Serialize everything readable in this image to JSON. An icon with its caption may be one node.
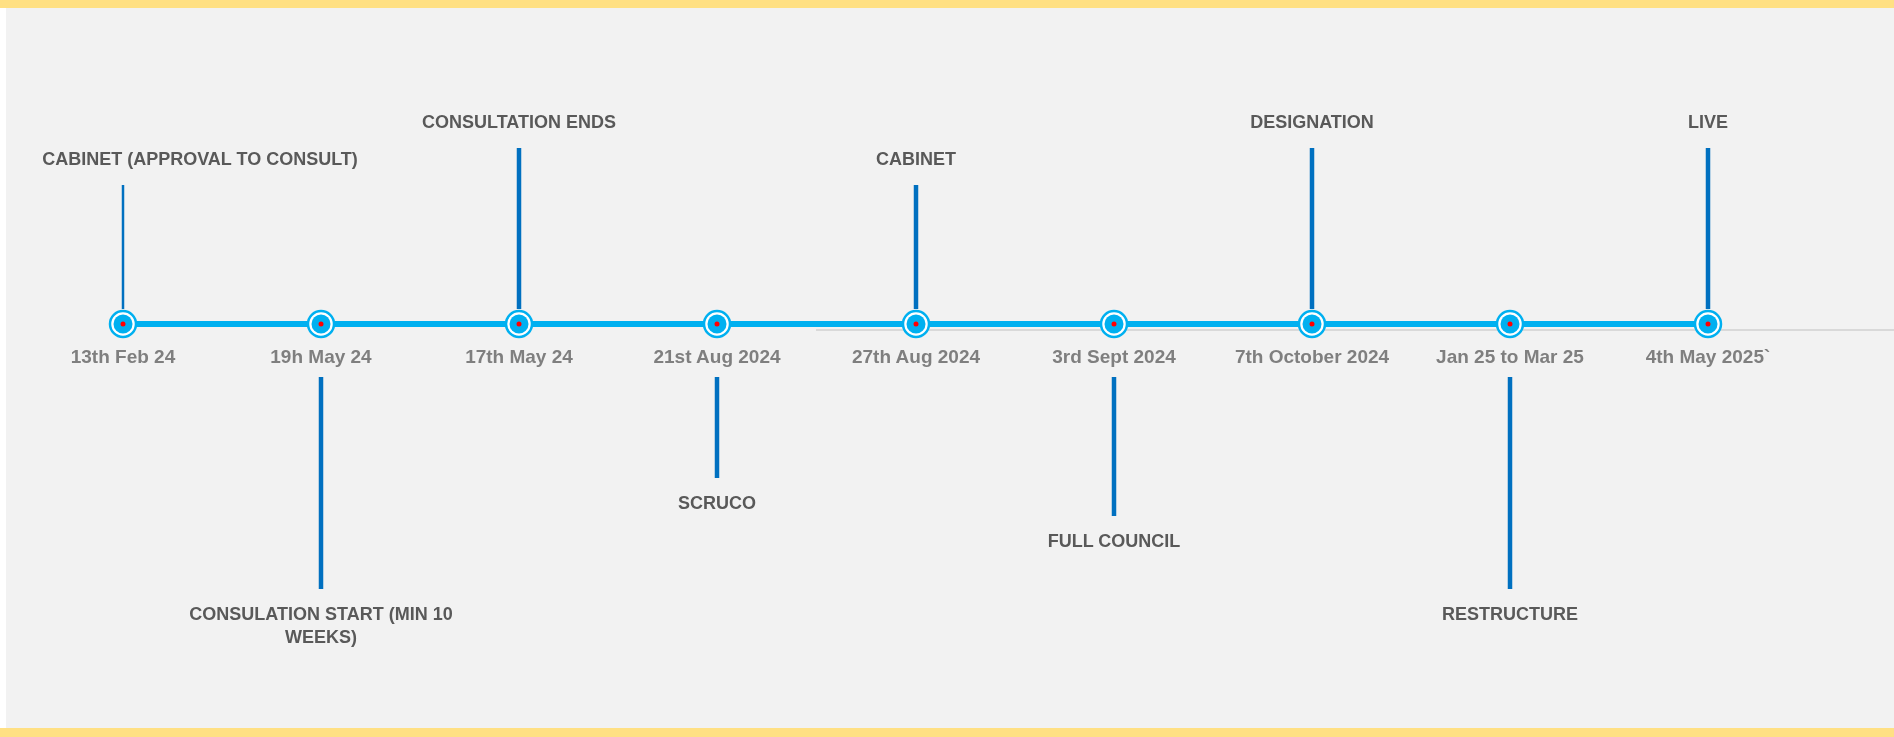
{
  "diagram": {
    "nodes": [
      {
        "text": [
          "13th Feb 24"
        ]
      },
      {
        "text": [
          "19h May 24"
        ]
      },
      {
        "text": [
          "17th May 24"
        ]
      },
      {
        "text": [
          "21st Aug 2024"
        ]
      },
      {
        "text": [
          "27th Aug 2024"
        ]
      },
      {
        "text": [
          "3rd Sept 2024"
        ]
      },
      {
        "text": [
          "7th October 2024"
        ]
      },
      {
        "text": [
          "Jan 25 to Mar 25"
        ]
      },
      {
        "text": [
          "4th May 2025`"
        ]
      },
      {
        "text": [
          "CABINET (APPROVAL TO CONSULT)"
        ]
      },
      {
        "text": [
          "CONSULATION START (MIN 10 WEEKS)"
        ]
      },
      {
        "text": [
          "CONSULTATION ENDS"
        ]
      },
      {
        "text": [
          "SCRUCO"
        ]
      },
      {
        "text": [
          "CABINET"
        ]
      },
      {
        "text": [
          "FULL COUNCIL"
        ]
      },
      {
        "text": [
          "DESIGNATION"
        ]
      },
      {
        "text": [
          "RESTRUCTURE"
        ]
      },
      {
        "text": [
          "LIVE"
        ]
      }
    ],
    "edges": [
      {
        "from": 9,
        "to": 0,
        "arrow": "none"
      },
      {
        "from": 10,
        "to": 1,
        "arrow": "none"
      },
      {
        "from": 11,
        "to": 2,
        "arrow": "none"
      },
      {
        "from": 12,
        "to": 3,
        "arrow": "none"
      },
      {
        "from": 13,
        "to": 4,
        "arrow": "none"
      },
      {
        "from": 14,
        "to": 5,
        "arrow": "none"
      },
      {
        "from": 15,
        "to": 6,
        "arrow": "none"
      },
      {
        "from": 16,
        "to": 7,
        "arrow": "none"
      },
      {
        "from": 17,
        "to": 8,
        "arrow": "none"
      }
    ]
  }
}
